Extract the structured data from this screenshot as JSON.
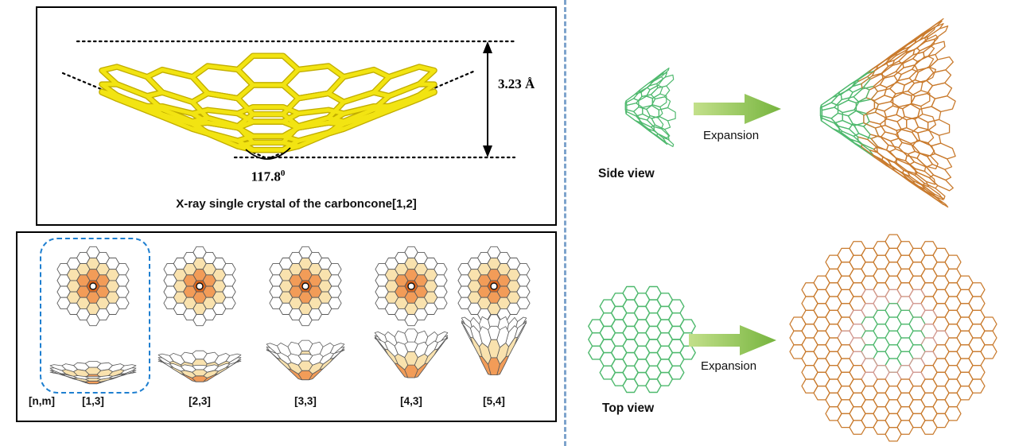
{
  "panel_xray": {
    "height_label": "3.23 Å",
    "angle_value": "117.8",
    "angle_exponent": "0",
    "caption": "X-ray single crystal of the carboncone[1,2]"
  },
  "panel_series": {
    "row_label": "[n,m]",
    "labels": [
      "[1,3]",
      "[2,3]",
      "[3,3]",
      "[4,3]",
      "[5,4]"
    ]
  },
  "right": {
    "side_view_label": "Side view",
    "top_view_label": "Top view",
    "expansion_top": "Expansion",
    "expansion_bottom": "Expansion"
  },
  "colors": {
    "molecule_yellow": "#f2e412",
    "molecule_shadow": "#c2ae00",
    "mesh_green": "#4fb96e",
    "mesh_orange": "#c97b2e",
    "mesh_pink": "#d29a92",
    "arrow_green": "#8dc63f",
    "separator_blue": "#7da3cc",
    "highlight_blue": "#1e7fd0",
    "disc_center_orange": "#e2661a",
    "disc_mid_orange": "#f29c58",
    "disc_pale": "#f9e2ae"
  }
}
